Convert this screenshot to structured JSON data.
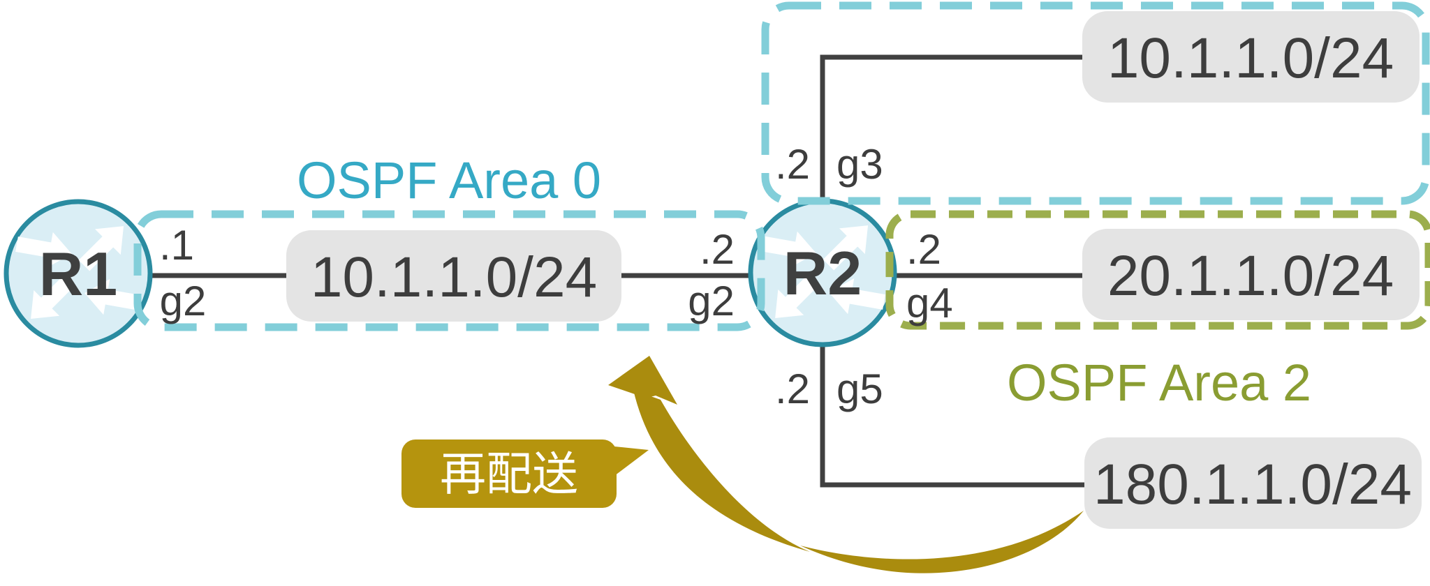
{
  "areas": {
    "area0": {
      "label": "OSPF Area 0",
      "title_color": "#35a9c5",
      "dash_color": "#82ced9"
    },
    "area2": {
      "label": "OSPF Area 2",
      "title_color": "#8a9d32",
      "dash_color": "#9cae4d"
    }
  },
  "routers": {
    "r1": {
      "label": "R1"
    },
    "r2": {
      "label": "R2"
    }
  },
  "networks": {
    "middle": {
      "label": "10.1.1.0/24"
    },
    "top": {
      "label": "10.1.1.0/24"
    },
    "right": {
      "label": "20.1.1.0/24"
    },
    "bottom": {
      "label": "180.1.1.0/24"
    }
  },
  "interfaces": {
    "r1_g2": {
      "address": ".1",
      "port": "g2"
    },
    "r2_g2": {
      "address": ".2",
      "port": "g2"
    },
    "r2_g3": {
      "address": ".2",
      "port": "g3"
    },
    "r2_g4": {
      "address": ".2",
      "port": "g4"
    },
    "r2_g5": {
      "address": ".2",
      "port": "g5"
    }
  },
  "annotation": {
    "label": "再配送",
    "bubble_color": "#b5940e",
    "arrow_color": "#aa8c0e",
    "text_color": "#ffffff"
  },
  "colors": {
    "router_fill": "#daeef5",
    "router_stroke": "#2a8ba0",
    "network_box_fill": "#e4e4e4",
    "link_line": "#404040",
    "label_text": "#3d3d3d"
  }
}
